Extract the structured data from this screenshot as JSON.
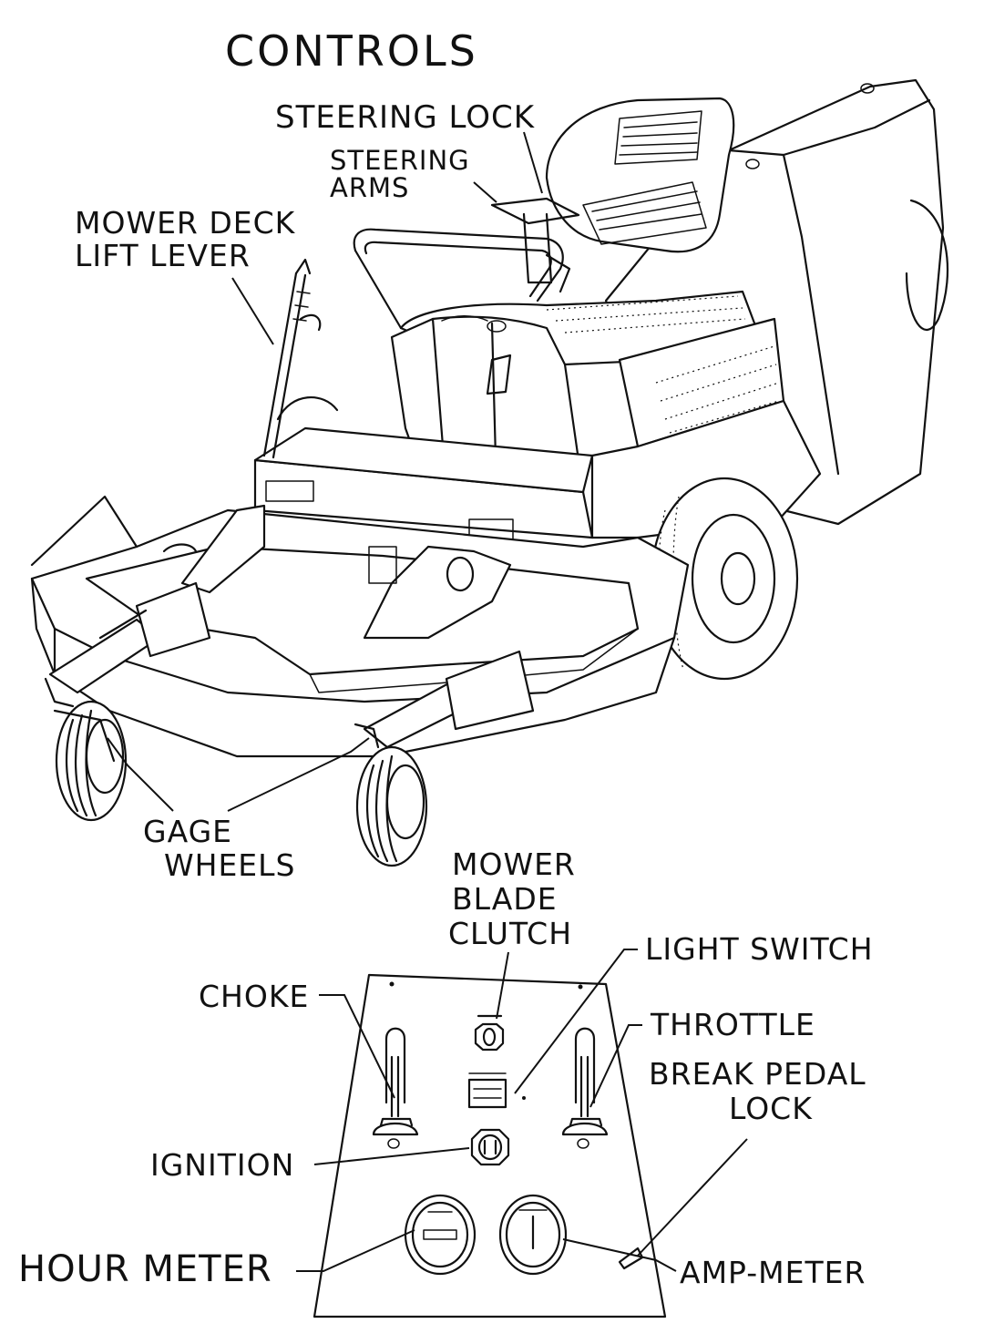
{
  "title": "CONTROLS",
  "mower_labels": {
    "steering_lock": "STEERING LOCK",
    "steering_arms_1": "STEERING",
    "steering_arms_2": "ARMS",
    "mower_deck_lift_lever_1": "MOWER DECK",
    "mower_deck_lift_lever_2": "LIFT LEVER",
    "gage_wheels_1": "GAGE",
    "gage_wheels_2": "WHEELS"
  },
  "panel_labels": {
    "mower_blade_clutch_1": "MOWER",
    "mower_blade_clutch_2": "BLADE",
    "mower_blade_clutch_3": "CLUTCH",
    "light_switch": "LIGHT SWITCH",
    "choke": "CHOKE",
    "throttle": "THROTTLE",
    "break_pedal_lock_1": "BREAK PEDAL",
    "break_pedal_lock_2": "LOCK",
    "ignition": "IGNITION",
    "hour_meter": "HOUR METER",
    "amp_meter": "AMP-METER"
  }
}
